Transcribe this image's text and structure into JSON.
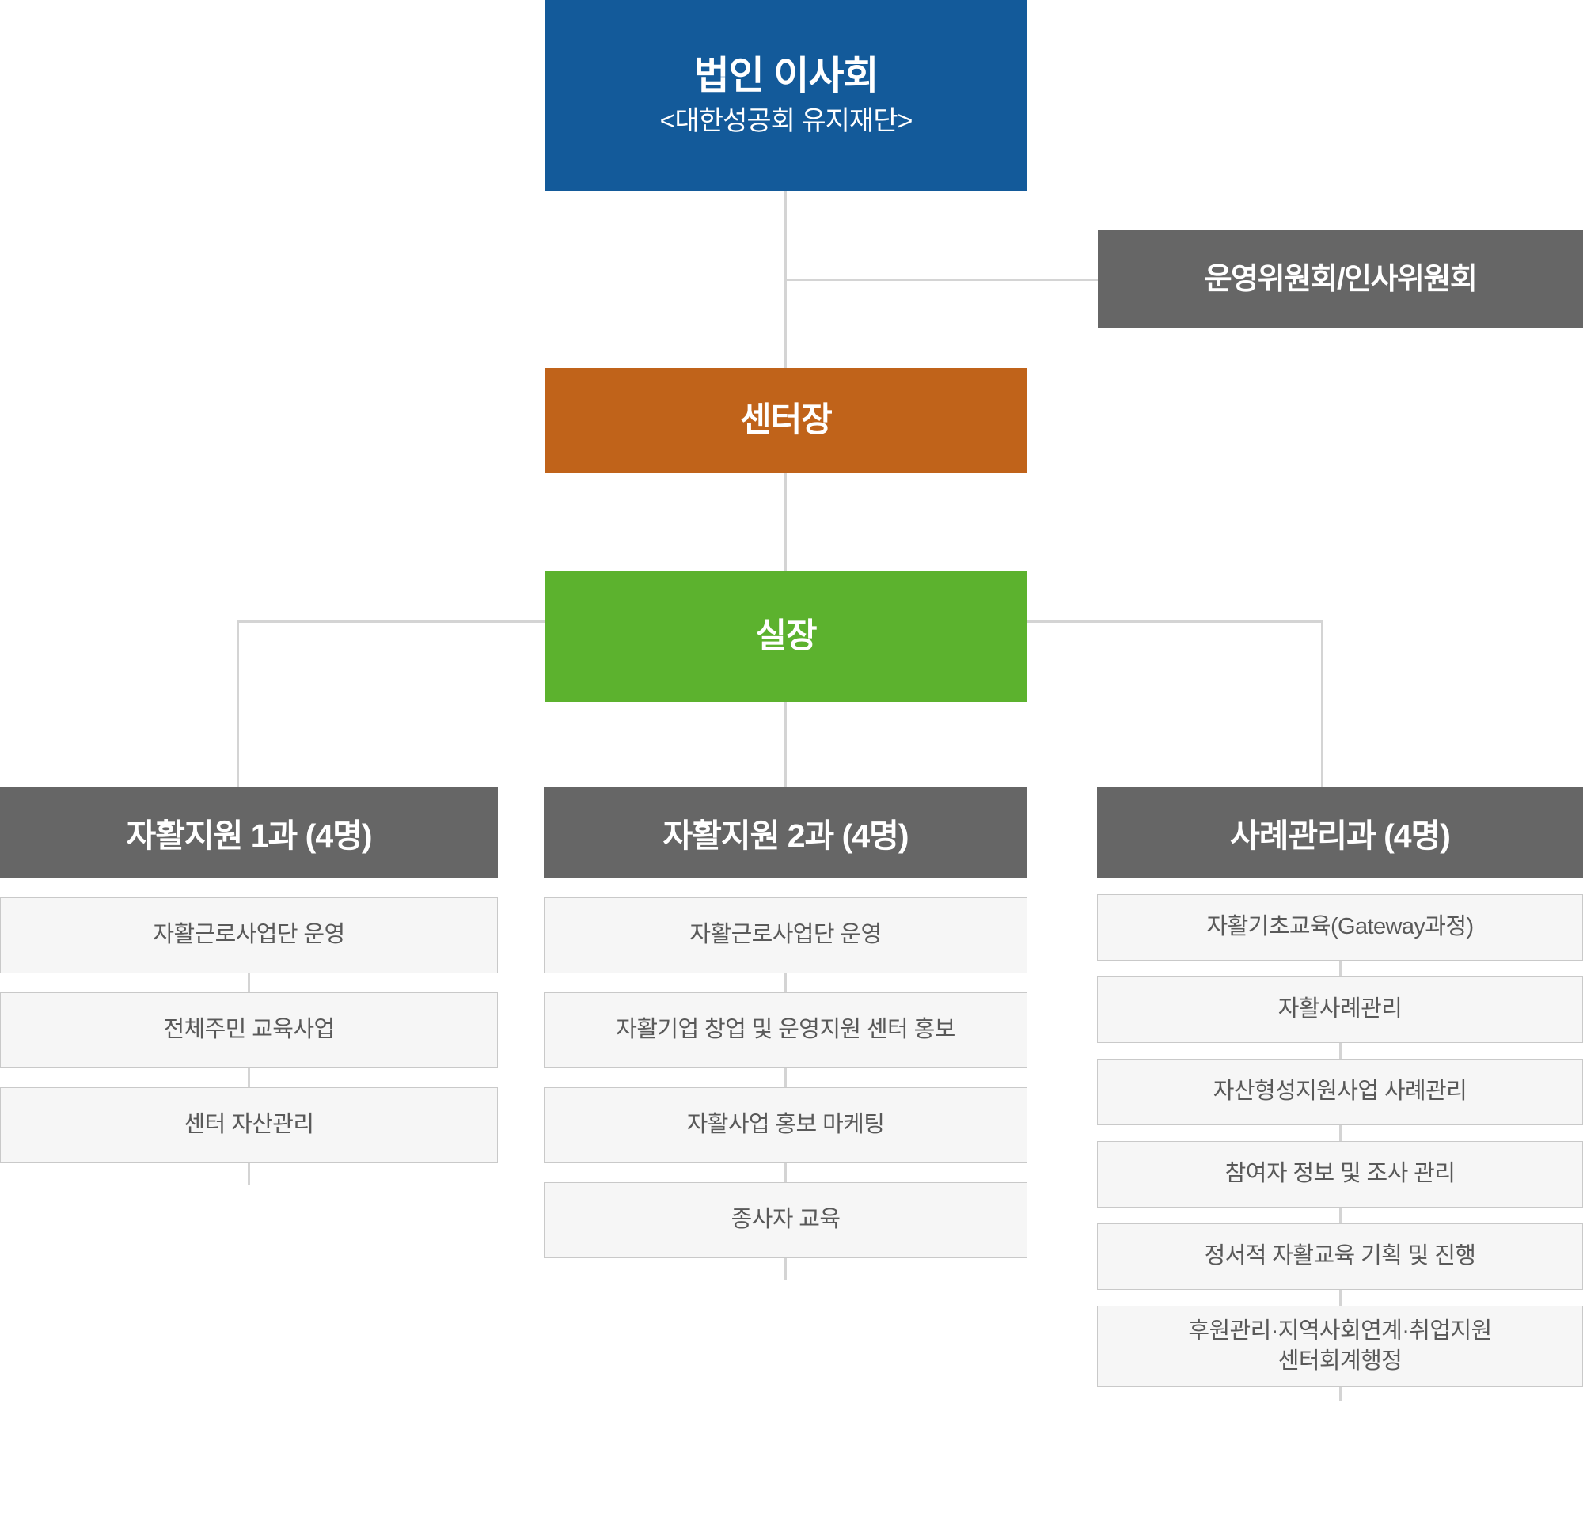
{
  "colors": {
    "board": "#135a9a",
    "committee": "#666666",
    "director": "#c0631a",
    "chief": "#5cb22e",
    "dept_header": "#666666",
    "item_bg": "#f6f6f6",
    "item_border": "#c9c9c9",
    "item_text": "#595959",
    "connector": "#d4d4d4"
  },
  "board": {
    "title": "법인 이사회",
    "subtitle": "<대한성공회 유지재단>"
  },
  "committee": {
    "label": "운영위원회/인사위원회"
  },
  "director": {
    "label": "센터장"
  },
  "chief": {
    "label": "실장"
  },
  "departments": [
    {
      "header": "자활지원 1과 (4명)",
      "items": [
        "자활근로사업단 운영",
        "전체주민 교육사업",
        "센터 자산관리"
      ]
    },
    {
      "header": "자활지원 2과 (4명)",
      "items": [
        "자활근로사업단 운영",
        "자활기업 창업 및 운영지원 센터 홍보",
        "자활사업 홍보 마케팅",
        "종사자 교육"
      ]
    },
    {
      "header": "사례관리과 (4명)",
      "items": [
        "자활기초교육(Gateway과정)",
        "자활사례관리",
        "자산형성지원사업 사례관리",
        "참여자 정보 및 조사 관리",
        "정서적 자활교육 기획 및 진행",
        "후원관리·지역사회연계·취업지원\n센터회계행정"
      ]
    }
  ]
}
